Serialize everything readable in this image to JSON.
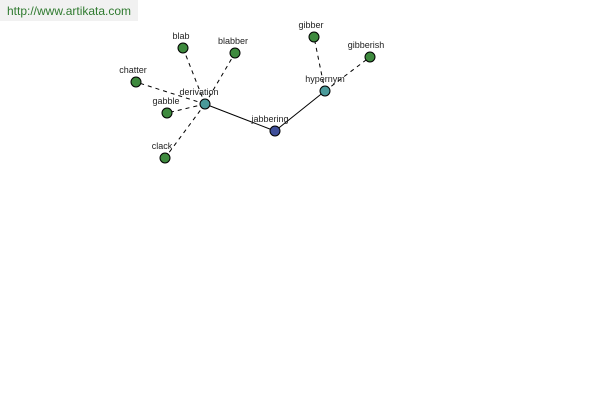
{
  "site": {
    "url": "http://www.artikata.com"
  },
  "colors": {
    "center_node": "#3f4f9a",
    "relation_node": "#4a9a9a",
    "leaf_node": "#3e8a3e",
    "url_text": "#2f7a2f"
  },
  "graph": {
    "center": {
      "label": "jabbering"
    },
    "relations": [
      {
        "id": "derivation",
        "label": "derivation",
        "terms": [
          "blab",
          "blabber",
          "chatter",
          "gabble",
          "clack"
        ]
      },
      {
        "id": "hypernym",
        "label": "hypernym",
        "terms": [
          "gibber",
          "gibberish"
        ]
      }
    ]
  }
}
